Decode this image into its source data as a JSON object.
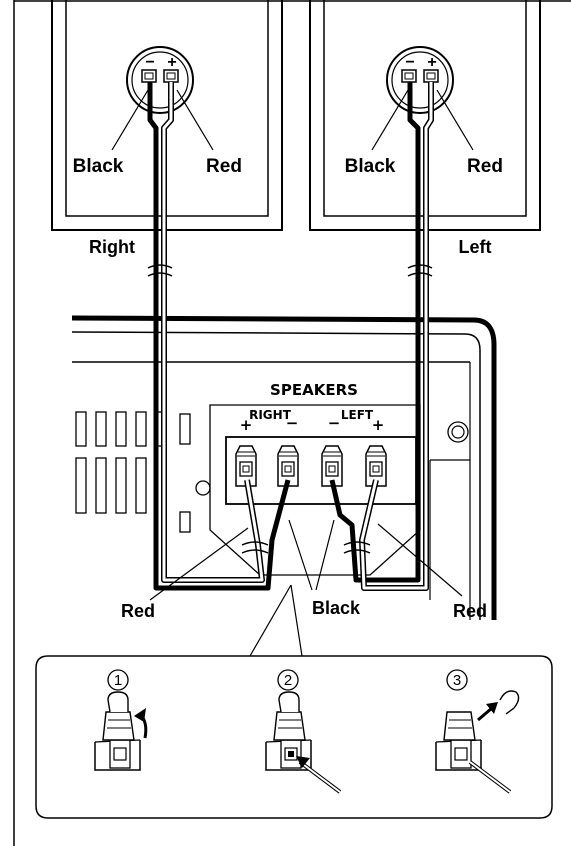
{
  "speakers": {
    "right": {
      "name": "Right",
      "terminal_minus_label": "Black",
      "terminal_plus_label": "Red"
    },
    "left": {
      "name": "Left",
      "terminal_minus_label": "Black",
      "terminal_plus_label": "Red"
    },
    "terminal_minus_sign": "−",
    "terminal_plus_sign": "+"
  },
  "unit": {
    "panel_title": "SPEAKERS",
    "right_jack_label": "RIGHT",
    "left_jack_label": "LEFT",
    "plus_sign": "+",
    "minus_sign": "−"
  },
  "wire_labels": {
    "right_red": "Red",
    "black": "Black",
    "left_red": "Red"
  },
  "steps": [
    {
      "number": "1"
    },
    {
      "number": "2"
    },
    {
      "number": "3"
    }
  ]
}
